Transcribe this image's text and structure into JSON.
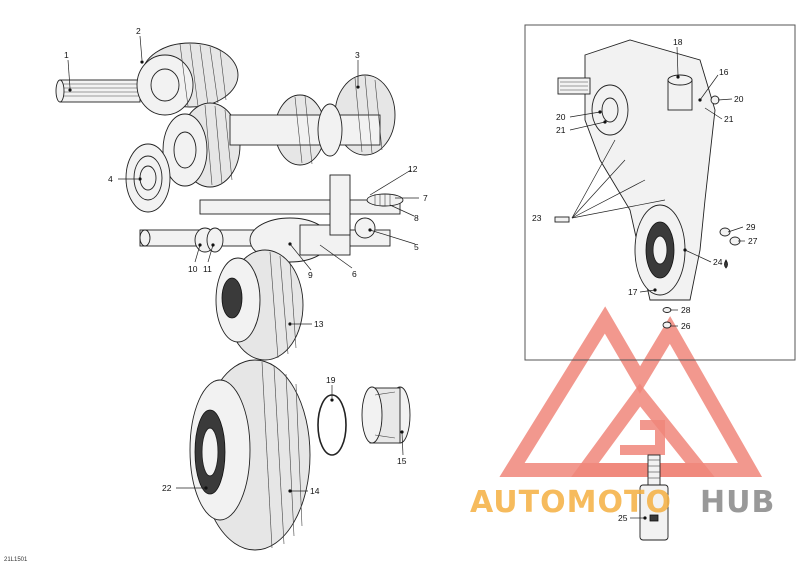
{
  "drawing_code": "21L1501",
  "watermark": {
    "part1": "AUTOMOTO",
    "part2": "HUB",
    "color1": "#f5b041",
    "color2": "#8e8e8e",
    "logo_color": "#f0867a"
  },
  "callouts": [
    "1",
    "2",
    "3",
    "4",
    "5",
    "6",
    "7",
    "8",
    "9",
    "10",
    "11",
    "12",
    "13",
    "14",
    "15",
    "16",
    "17",
    "18",
    "19",
    "20",
    "20",
    "21",
    "21",
    "22",
    "23",
    "24",
    "25",
    "26",
    "27",
    "28",
    "29"
  ],
  "inset": {
    "border_color": "#555555"
  }
}
